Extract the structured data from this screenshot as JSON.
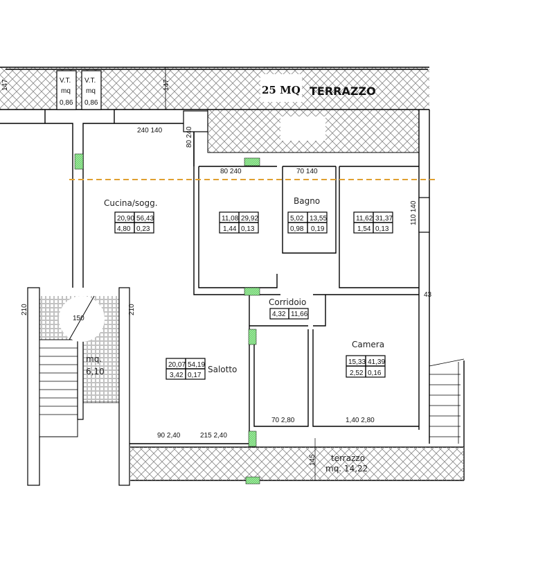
{
  "top_terrace": {
    "area": "25 MQ",
    "label": "TERRAZZO",
    "dim_left": "147",
    "dim_right": "147"
  },
  "vt_boxes": [
    {
      "line1": "V.T.",
      "line2": "mq",
      "line3": "0,86"
    },
    {
      "line1": "V.T.",
      "line2": "mq",
      "line3": "0,86"
    }
  ],
  "openings": {
    "cucina_window": "240 140",
    "side_window": "80 240",
    "room1_window": "80 240",
    "bagno_window": "70 140",
    "room3_window": "110 140",
    "salotto_window1": "90 2,40",
    "salotto_window2": "215 2,40",
    "closet_window": "70 2,80",
    "camera_window": "1,40 2,80",
    "wall_dim": "43"
  },
  "rooms": {
    "cucina": {
      "name": "Cucina/sogg.",
      "v": [
        "20,90",
        "56,43",
        "4,80",
        "0,23"
      ]
    },
    "room1": {
      "v": [
        "11,08",
        "29,92",
        "1,44",
        "0,13"
      ]
    },
    "bagno": {
      "name": "Bagno",
      "v": [
        "5,02",
        "13,55",
        "0,98",
        "0,19"
      ]
    },
    "room3": {
      "v": [
        "11,62",
        "31,37",
        "1,54",
        "0,13"
      ]
    },
    "corridoio": {
      "name": "Corridoio",
      "v": [
        "4,32",
        "11,66"
      ]
    },
    "salotto": {
      "name": "Salotto",
      "v": [
        "20,07",
        "54,19",
        "3,42",
        "0,17"
      ]
    },
    "camera": {
      "name": "Camera",
      "v": [
        "15,33",
        "41,39",
        "2,52",
        "0,16"
      ]
    }
  },
  "stairwell": {
    "area_label": "mq.",
    "area": "6,10",
    "diameter": "150",
    "dim_left": "210",
    "dim_right": "210"
  },
  "bottom_terrace": {
    "label": "terrazzo",
    "area": "mq. 14,22",
    "dim": "145"
  },
  "colors": {
    "window_green": "#7ee07e",
    "axis_orange": "#e0a030"
  }
}
